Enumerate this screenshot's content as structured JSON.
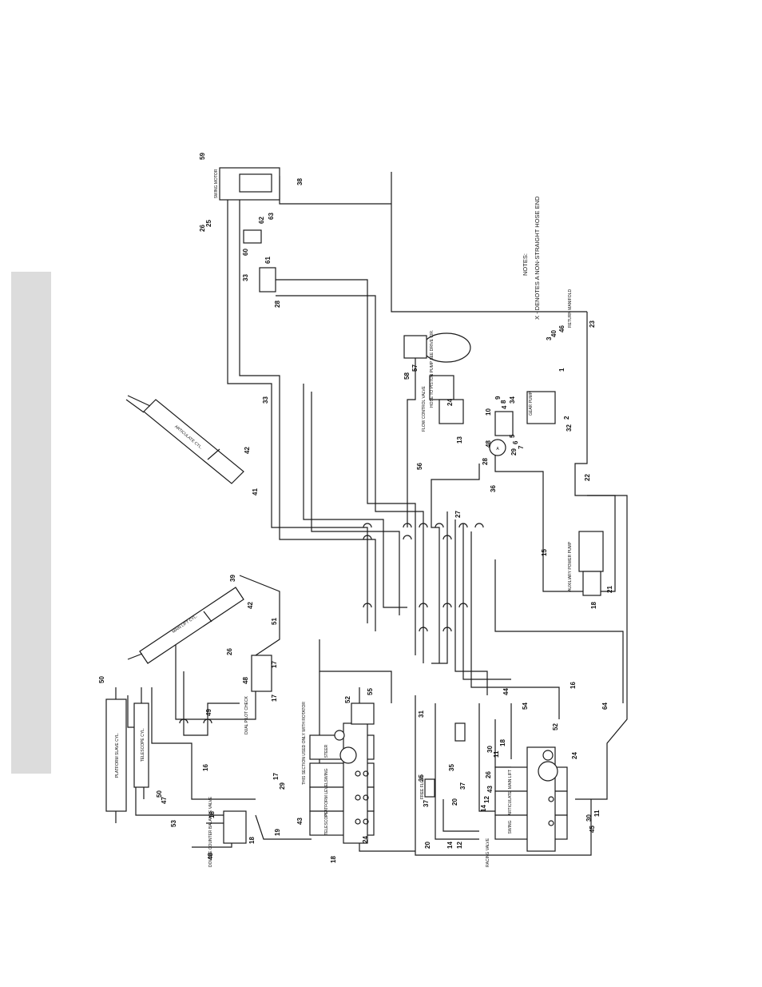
{
  "page": {
    "tab_color": "#dcdcdc"
  },
  "notes": {
    "heading": "NOTES:",
    "line1": "X - DENOTES A NON-STRAIGHT HOSE END"
  },
  "components": {
    "swing_motor": "SWING MOTOR",
    "platform_slave_cyl": "PLATFORM SLAVE CYL.",
    "telescope_cyl": "TELESCOPE CYL.",
    "main_lift_cyl": "MAIN LIFT CYL.",
    "articulate_cyl": "ARTICULATE CYL.",
    "dual_pilot_check": "DUAL PILOT CHECK",
    "counter_balance_valve": "DOUBLE COUNTER BALANCE VALVE",
    "racing_valve": "RACING VALVE",
    "auxiliary_power_pump": "AUXILIARY POWER PUMP",
    "gear_pump": "GEAR PUMP",
    "flow_control_valve": "FLOW CONTROL VALVE",
    "hose_to_piston_pump": "HOSE TO PISTON PUMP SEE DRIVE CIR.",
    "return_manifold": "RETURN MANIFOLD",
    "option_note": "THIS SECTION USED ONLY WITH ROTATOR",
    "free_flow": "FREE FLOW",
    "swing_slot": "SWING",
    "steer_slot": "STEER",
    "articulate_slot": "ARTICULATE",
    "main_lift_slot": "MAIN LIFT",
    "platform_level_slot": "PLATFORM LEVEL",
    "telescope_slot": "TELESCOPE",
    "a_marker": "A"
  },
  "callouts": {
    "c59": "59",
    "c26": "26",
    "c25": "25",
    "c38": "38",
    "c63": "63",
    "c62": "62",
    "c60": "60",
    "c61": "61",
    "c33a": "33",
    "c33b": "33",
    "c28": "28",
    "c58": "58",
    "c57": "57",
    "c24a": "24",
    "c10": "10",
    "c9": "9",
    "c8": "8",
    "c34": "34",
    "c4": "4",
    "c40": "40",
    "c46": "46",
    "c23": "23",
    "c3": "3",
    "c2": "2",
    "c32": "32",
    "c1": "1",
    "c5": "5",
    "c6": "6",
    "c7": "7",
    "c13": "13",
    "c48a": "48",
    "c29a": "29",
    "c28b": "28",
    "c56": "56",
    "c36": "36",
    "c22": "22",
    "c27": "27",
    "c42a": "42",
    "c41": "41",
    "c15": "15",
    "c18a": "18",
    "c21": "21",
    "c39": "39",
    "c42b": "42",
    "c51": "51",
    "c50a": "50",
    "c26b": "26",
    "c48b": "48",
    "c17a": "17",
    "c17b": "17",
    "c49": "49",
    "c52a": "52",
    "c55": "55",
    "c44": "44",
    "c54": "54",
    "c16a": "16",
    "c64": "64",
    "c31": "31",
    "c16b": "16",
    "c17c": "17",
    "c29b": "29",
    "c52b": "52",
    "c30a": "30",
    "c11a": "11",
    "c18b": "18",
    "c24b": "24",
    "c35a": "35",
    "c37a": "37",
    "c26c": "26",
    "c43a": "43",
    "c12a": "12",
    "c14a": "14",
    "c20a": "20",
    "c35b": "35",
    "c37b": "37",
    "c20b": "20",
    "c14b": "14",
    "c12b": "12",
    "c18c": "18",
    "c43b": "43",
    "c19": "19",
    "c18d": "18",
    "c18e": "18",
    "c48c": "48",
    "c53": "53",
    "c47": "47",
    "c50b": "50",
    "c24c": "24",
    "c30b": "30",
    "c11b": "11",
    "c45": "45"
  }
}
